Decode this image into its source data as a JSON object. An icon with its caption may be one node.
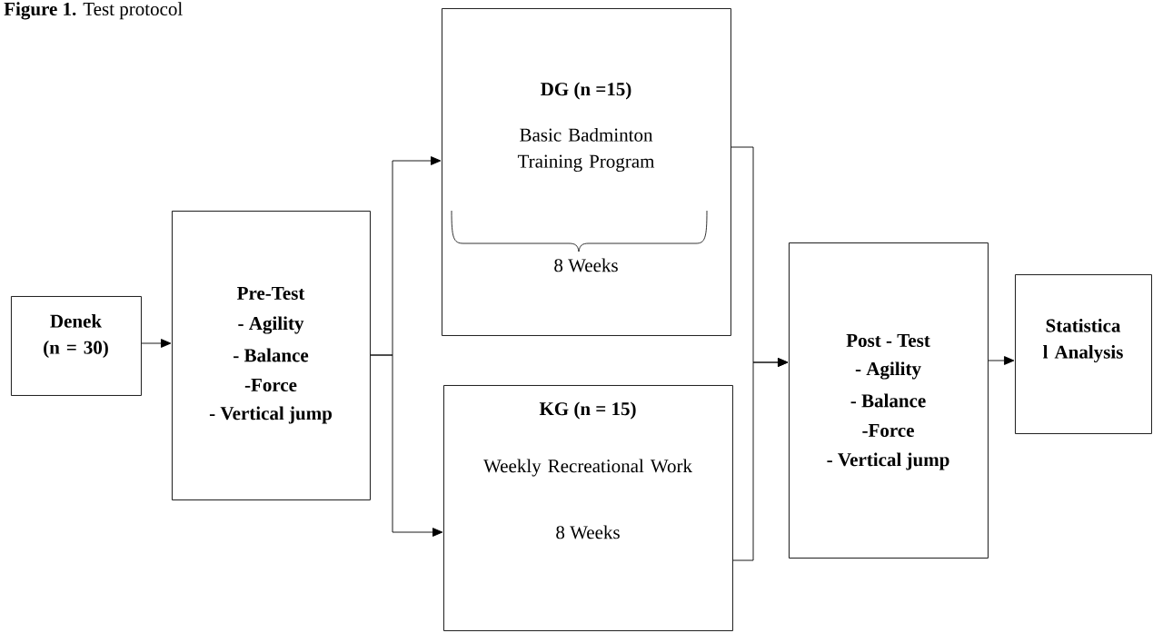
{
  "diagram": {
    "title": "**Figure 1.** Test protocol",
    "nodes": [
      {
        "text": [
          "Denek (n = 30)"
        ]
      },
      {
        "text": [
          "Pre-Test",
          "- Agility",
          "- Balance",
          "-Force",
          "- Vertical jump"
        ]
      },
      {
        "text": [
          "DG (n =15)",
          "Basic Badminton Training Program",
          "8 Weeks"
        ]
      },
      {
        "text": [
          "KG (n = 15)",
          "Weekly Recreational Work",
          "8 Weeks"
        ]
      },
      {
        "text": [
          "Post - Test",
          "- Agility",
          "- Balance",
          "-Force",
          "- Vertical jump"
        ]
      },
      {
        "text": [
          "Statistica l Analysis"
        ]
      }
    ],
    "edges": [
      {
        "from": 0,
        "to": 1,
        "arrow": "to"
      },
      {
        "from": 1,
        "to": 2,
        "arrow": "to"
      },
      {
        "from": 1,
        "to": 3,
        "arrow": "to"
      },
      {
        "from": 2,
        "to": 4,
        "arrow": "to"
      },
      {
        "from": 3,
        "to": 4,
        "arrow": "to"
      },
      {
        "from": 4,
        "to": 5,
        "arrow": "to"
      }
    ]
  }
}
